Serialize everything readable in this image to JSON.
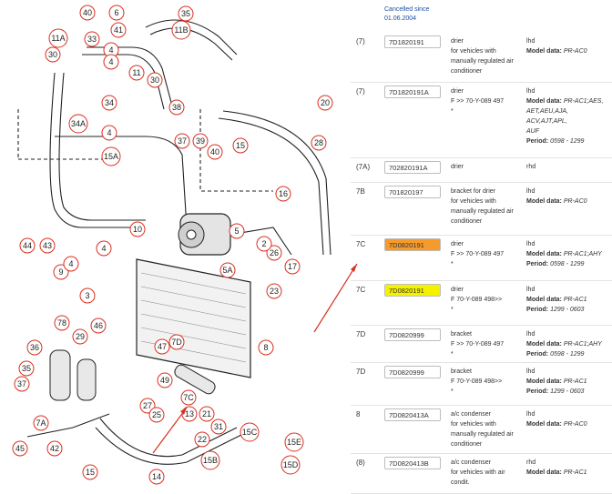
{
  "diagram": {
    "callouts": [
      "40",
      "6",
      "35",
      "41",
      "11B",
      "4",
      "11A",
      "33",
      "30",
      "4",
      "11",
      "30",
      "34",
      "38",
      "34A",
      "4",
      "20",
      "15A",
      "37",
      "39",
      "40",
      "15",
      "16",
      "10",
      "44",
      "43",
      "4",
      "9",
      "4",
      "3",
      "26",
      "2",
      "17",
      "23",
      "5A",
      "5",
      "78",
      "29",
      "46",
      "36",
      "47",
      "7D",
      "8",
      "35",
      "37",
      "7A",
      "42",
      "45",
      "15",
      "27",
      "25",
      "13",
      "21",
      "31",
      "22",
      "14",
      "15C",
      "15E",
      "15B",
      "15D",
      "7C",
      "49",
      "28"
    ]
  },
  "table": {
    "cancelled_note_line1": "Cancelled since",
    "cancelled_note_line2": "01.06.2004",
    "rows": [
      {
        "pos": "(7)",
        "part": "7D1820191",
        "highlight": "none",
        "desc": [
          "drier",
          "for vehicles with",
          "manually regulated air",
          "conditioner"
        ],
        "meta": [
          {
            "t": "lhd",
            "s": "plain"
          },
          {
            "label": "Model data: ",
            "t": "PR-AC0",
            "s": "md"
          }
        ]
      },
      {
        "pos": "(7)",
        "part": "7D1820191A",
        "highlight": "none",
        "desc": [
          "drier",
          "F >> 70-Y-089 497",
          "*"
        ],
        "meta": [
          {
            "t": "lhd",
            "s": "plain"
          },
          {
            "label": "Model data: ",
            "t": "PR-AC1;AES,",
            "s": "md"
          },
          {
            "t": "AET,AEU,AJA,",
            "s": "it"
          },
          {
            "t": "ACV,AJT,APL,",
            "s": "it"
          },
          {
            "t": "AUF",
            "s": "it"
          },
          {
            "label": "Period: ",
            "t": "0598 - 1299",
            "s": "md"
          }
        ]
      },
      {
        "pos": "(7A)",
        "part": "702820191A",
        "highlight": "none",
        "desc": [
          "drier"
        ],
        "meta": [
          {
            "t": "rhd",
            "s": "plain"
          }
        ]
      },
      {
        "pos": "7B",
        "part": "701820197",
        "highlight": "none",
        "desc": [
          "bracket for drier",
          "for vehicles with",
          "manually regulated air",
          "conditioner"
        ],
        "meta": [
          {
            "t": "lhd",
            "s": "plain"
          },
          {
            "label": "Model data: ",
            "t": "PR-AC0",
            "s": "md"
          }
        ]
      },
      {
        "pos": "7C",
        "part": "7D0820191",
        "highlight": "orange",
        "desc": [
          "drier",
          "F >> 70-Y-089 497",
          "*"
        ],
        "meta": [
          {
            "t": "lhd",
            "s": "plain"
          },
          {
            "label": "Model data: ",
            "t": "PR-AC1;AHY",
            "s": "md"
          },
          {
            "label": "Period: ",
            "t": "0598 - 1299",
            "s": "md"
          }
        ]
      },
      {
        "pos": "7C",
        "part": "7D0820191",
        "highlight": "yellow",
        "desc": [
          "drier",
          "F 70-Y-089 498>>",
          "*"
        ],
        "meta": [
          {
            "t": "lhd",
            "s": "plain"
          },
          {
            "label": "Model data: ",
            "t": "PR-AC1",
            "s": "md"
          },
          {
            "label": "Period: ",
            "t": "1299 - 0603",
            "s": "md"
          }
        ]
      },
      {
        "pos": "7D",
        "part": "7D0820999",
        "highlight": "none",
        "desc": [
          "bracket",
          "F >> 70-Y-089 497",
          "*"
        ],
        "meta": [
          {
            "t": "lhd",
            "s": "plain"
          },
          {
            "label": "Model data: ",
            "t": "PR-AC1;AHY",
            "s": "md"
          },
          {
            "label": "Period: ",
            "t": "0598 - 1299",
            "s": "md"
          }
        ]
      },
      {
        "pos": "7D",
        "part": "7D0820999",
        "highlight": "none",
        "desc": [
          "bracket",
          "F 70-Y-089 498>>",
          "*"
        ],
        "meta": [
          {
            "t": "lhd",
            "s": "plain"
          },
          {
            "label": "Model data: ",
            "t": "PR-AC1",
            "s": "md"
          },
          {
            "label": "Period: ",
            "t": "1299 - 0603",
            "s": "md"
          }
        ]
      },
      {
        "pos": "8",
        "part": "7D0820413A",
        "highlight": "none",
        "desc": [
          "a/c condenser",
          "for vehicles with",
          "manually regulated air",
          "conditioner"
        ],
        "meta": [
          {
            "t": "lhd",
            "s": "plain"
          },
          {
            "label": "Model data: ",
            "t": "PR-AC0",
            "s": "md"
          }
        ]
      },
      {
        "pos": "(8)",
        "part": "7D0820413B",
        "highlight": "none",
        "desc": [
          "a/c condenser",
          "for vehicles with air",
          "condit."
        ],
        "meta": [
          {
            "t": "rhd",
            "s": "plain"
          },
          {
            "label": "Model data: ",
            "t": "PR-AC1",
            "s": "md"
          }
        ]
      }
    ]
  },
  "colors": {
    "accent_red": "#d9301f",
    "link_blue": "#1c4ea0",
    "highlight_orange": "#f59a2b",
    "highlight_yellow": "#f5f200",
    "callout_border": "#d9301f"
  },
  "icons": [
    "watermark-logo",
    "arrow-pointer"
  ]
}
